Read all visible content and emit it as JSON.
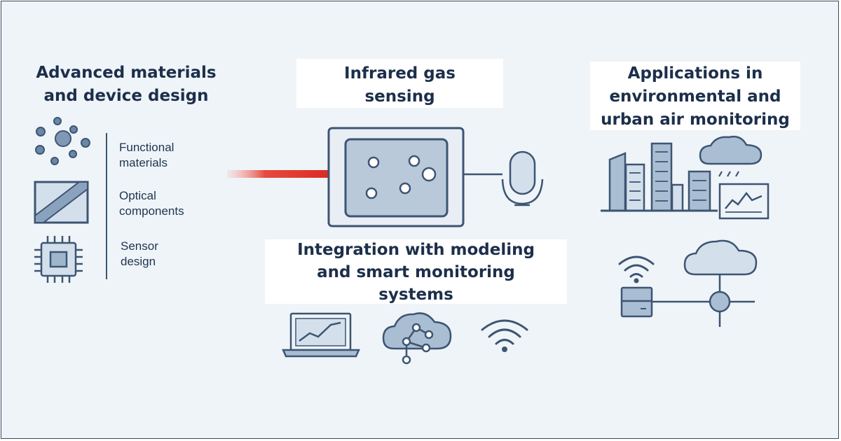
{
  "sections": {
    "materials": {
      "title_lines": [
        "Advanced materials",
        "and device design"
      ],
      "items": [
        {
          "label_lines": [
            "Functional",
            "materials"
          ],
          "icon": "nanoparticles-icon"
        },
        {
          "label_lines": [
            "Optical",
            "components"
          ],
          "icon": "optical-window-icon"
        },
        {
          "label_lines": [
            "Sensor",
            "design"
          ],
          "icon": "microchip-icon"
        }
      ]
    },
    "sensing": {
      "title_lines": [
        "Infrared gas",
        "sensing"
      ],
      "icons": [
        "infrared-beam-icon",
        "gas-cell-icon",
        "microphone-icon"
      ]
    },
    "integration": {
      "title_lines": [
        "Integration with modeling",
        "and smart monitoring",
        "systems"
      ],
      "icons": [
        "laptop-chart-icon",
        "cloud-network-icon",
        "wifi-icon"
      ]
    },
    "applications": {
      "title_lines": [
        "Applications in",
        "environmental and",
        "urban air monitoring"
      ],
      "icons": [
        "city-skyline-icon",
        "rain-cloud-icon",
        "monitor-chart-icon",
        "wifi-icon",
        "sensor-device-icon",
        "cloud-icon",
        "network-node-icon"
      ]
    }
  },
  "colors": {
    "background": "#eff4f8",
    "heading": "#1c2f4b",
    "stroke": "#3d5573",
    "fill_light": "#d3e0ec",
    "fill_mid": "#aabed3",
    "beam": "#e02a22"
  }
}
